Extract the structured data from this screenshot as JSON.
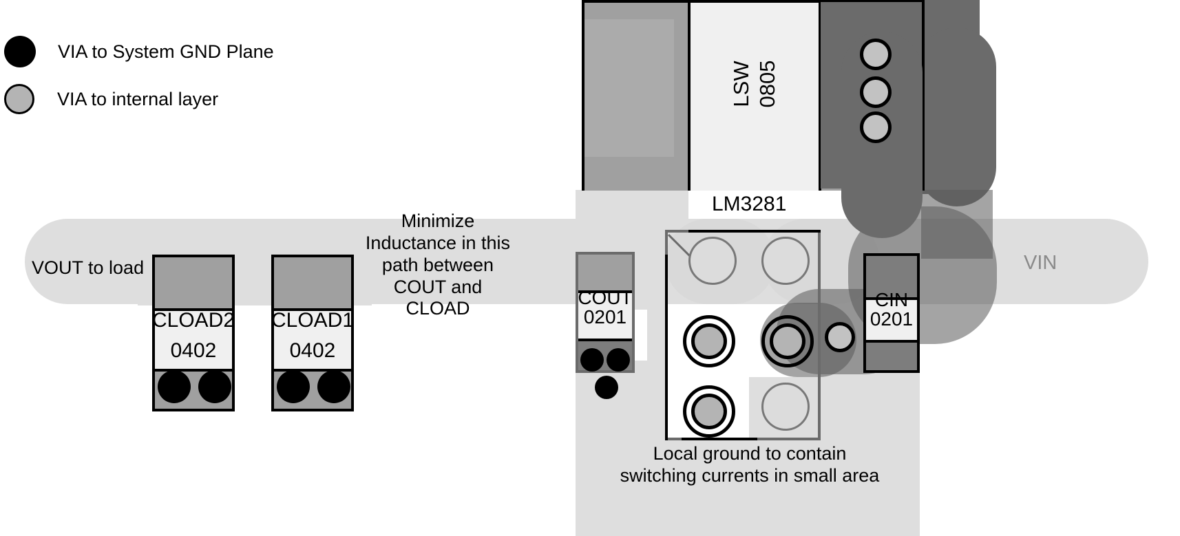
{
  "legend": {
    "items": [
      {
        "icon": "via-gnd-icon",
        "label": "VIA to System GND Plane"
      },
      {
        "icon": "via-internal-icon",
        "label": "VIA to internal layer"
      }
    ]
  },
  "inductor": {
    "designator": "LSW",
    "package": "0805"
  },
  "ic": {
    "part_number": "LM3281"
  },
  "components": [
    {
      "designator": "CLOAD2",
      "package": "0402",
      "gnd_vias": 2
    },
    {
      "designator": "CLOAD1",
      "package": "0402",
      "gnd_vias": 2
    },
    {
      "designator": "COUT",
      "package": "0201",
      "gnd_vias": 2
    },
    {
      "designator": "CIN",
      "package": "0201",
      "gnd_vias": 0
    }
  ],
  "nets": {
    "vout_label": "VOUT to load",
    "vin_label": "VIN"
  },
  "annotations": {
    "minimize_inductance": "Minimize\nInductance in this\npath between\nCOUT and\nCLOAD",
    "local_ground": "Local ground to contain\nswitching currents in small area"
  },
  "colors": {
    "copper_pour": "#dedede",
    "switch_trace": "#6b6b6b",
    "pad_terminal": "#a0a0a0",
    "component_body": "#f0f0f0",
    "via_gnd": "#000000",
    "via_internal": "#c2c2c2",
    "vin_text": "#8a8a8a"
  }
}
